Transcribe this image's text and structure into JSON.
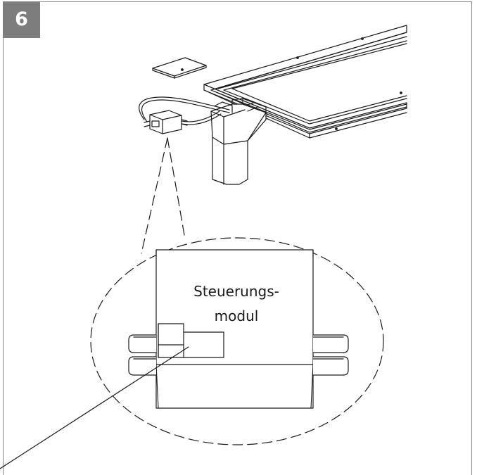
{
  "step": {
    "number": "6"
  },
  "callout": {
    "label_line1": "Steuerungs-",
    "label_line2": "modul"
  },
  "colors": {
    "badge_background": "#7d7d7d",
    "badge_text": "#ffffff",
    "line_art": "#1a1a1a",
    "frame_border": "#8a8a8a"
  }
}
